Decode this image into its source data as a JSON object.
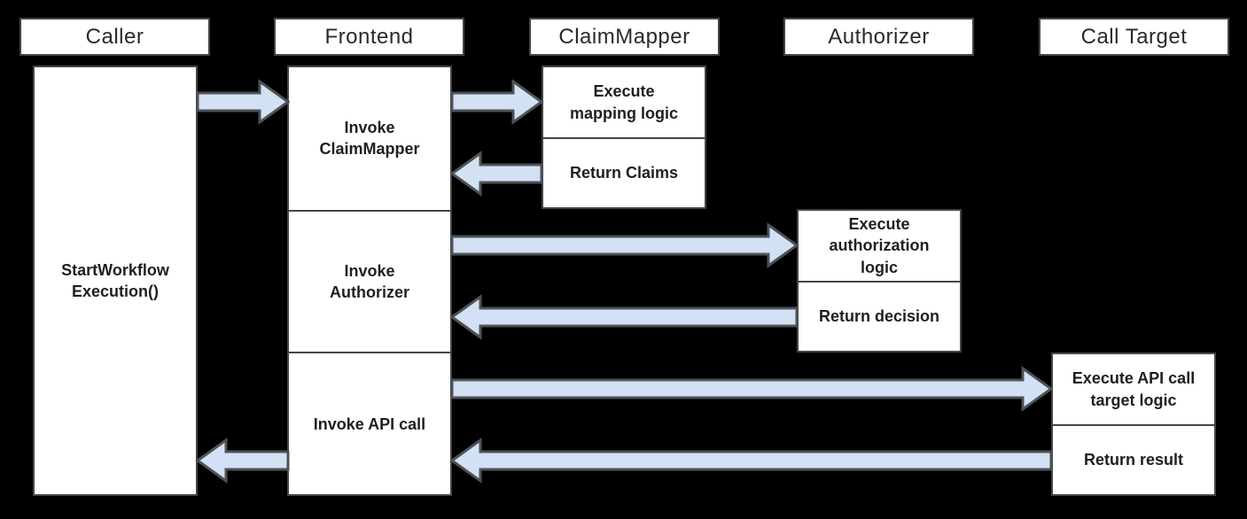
{
  "colors": {
    "background": "#000000",
    "box_fill": "#ffffff",
    "box_border": "#454545",
    "arrow_fill": "#d2e1f3",
    "arrow_stroke": "#4d5257",
    "text": "#1f1f1f"
  },
  "lanes": [
    {
      "header": "Caller",
      "boxes": [
        {
          "label": "StartWorkflow\nExecution()"
        }
      ]
    },
    {
      "header": "Frontend",
      "boxes": [
        {
          "label": "Invoke\nClaimMapper"
        },
        {
          "label": "Invoke\nAuthorizer"
        },
        {
          "label": "Invoke API call"
        }
      ]
    },
    {
      "header": "ClaimMapper",
      "boxes": [
        {
          "label": "Execute\nmapping logic"
        },
        {
          "label": "Return Claims"
        }
      ]
    },
    {
      "header": "Authorizer",
      "boxes": [
        {
          "label": "Execute\nauthorization\nlogic"
        },
        {
          "label": "Return decision"
        }
      ]
    },
    {
      "header": "Call Target",
      "boxes": [
        {
          "label": "Execute API call\ntarget logic"
        },
        {
          "label": "Return result"
        }
      ]
    }
  ],
  "arrows": [
    {
      "from": "Caller",
      "to": "Frontend",
      "direction": "right"
    },
    {
      "from": "Frontend",
      "to": "ClaimMapper",
      "direction": "right"
    },
    {
      "from": "ClaimMapper",
      "to": "Frontend",
      "direction": "left"
    },
    {
      "from": "Frontend",
      "to": "Authorizer",
      "direction": "right"
    },
    {
      "from": "Authorizer",
      "to": "Frontend",
      "direction": "left"
    },
    {
      "from": "Frontend",
      "to": "Call Target",
      "direction": "right"
    },
    {
      "from": "Call Target",
      "to": "Frontend",
      "direction": "left"
    },
    {
      "from": "Frontend",
      "to": "Caller",
      "direction": "left"
    }
  ]
}
